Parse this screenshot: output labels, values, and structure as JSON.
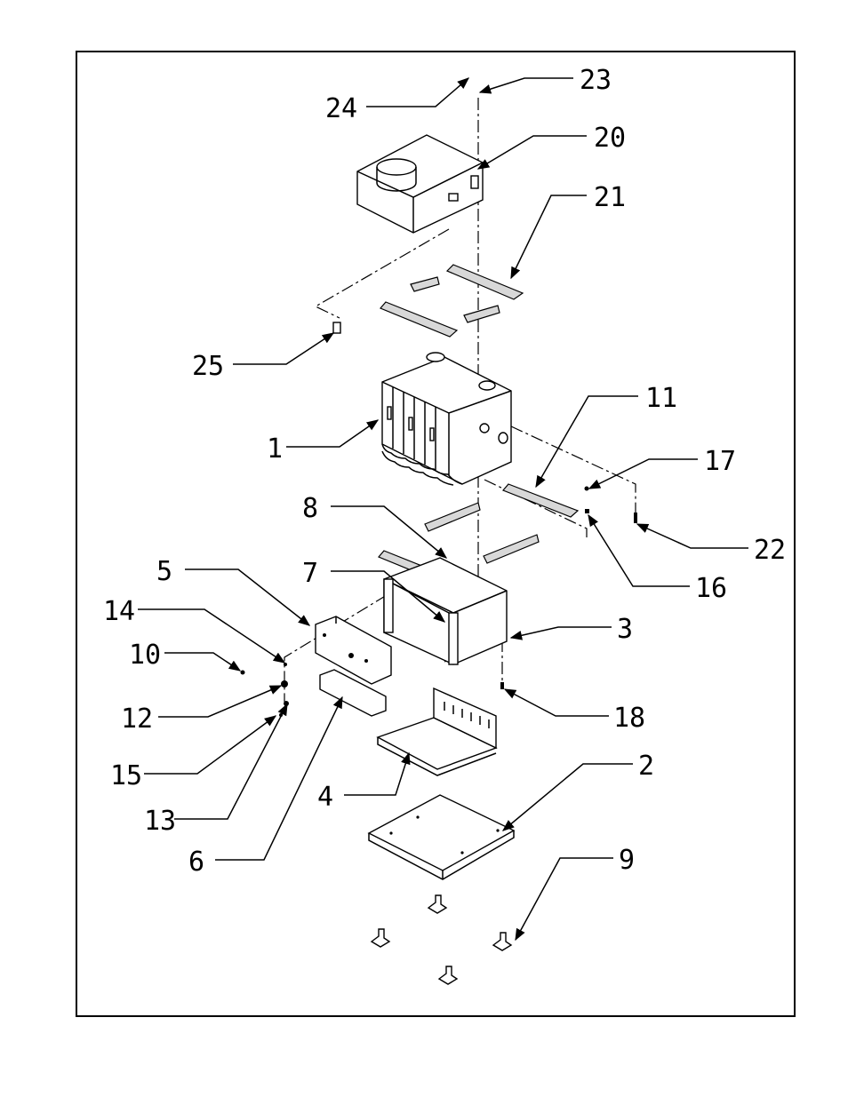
{
  "diagram": {
    "type": "exploded-parts-view",
    "part_labels": [
      "1",
      "2",
      "3",
      "4",
      "5",
      "6",
      "7",
      "8",
      "9",
      "10",
      "11",
      "12",
      "13",
      "14",
      "15",
      "16",
      "17",
      "18",
      "20",
      "21",
      "22",
      "23",
      "24",
      "25"
    ]
  }
}
